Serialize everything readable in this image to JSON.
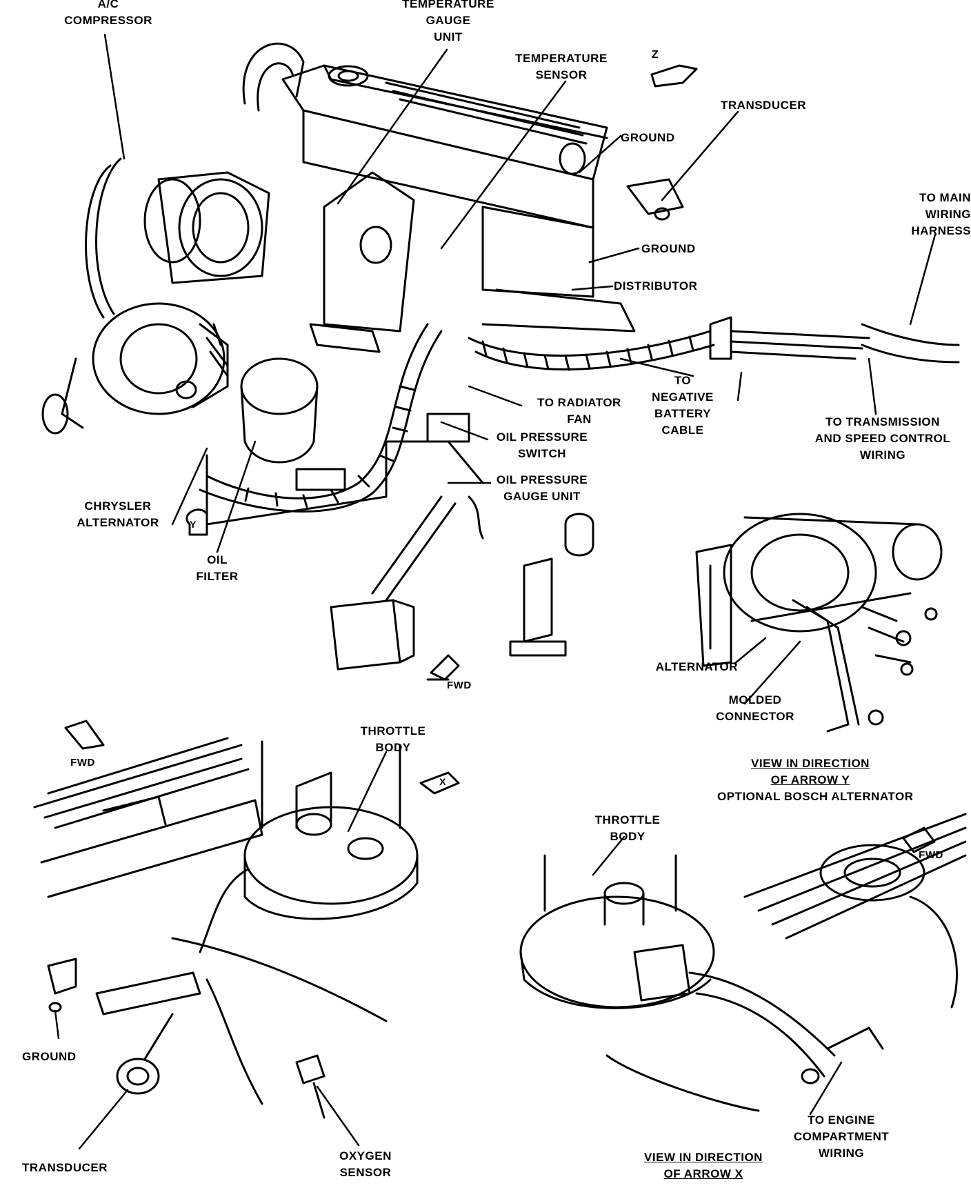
{
  "main_view": {
    "labels": {
      "ac_compressor": [
        "A/C",
        "COMPRESSOR"
      ],
      "temp_gauge_unit": [
        "TEMPERATURE",
        "GAUGE",
        "UNIT"
      ],
      "temp_sensor": [
        "TEMPERATURE",
        "SENSOR"
      ],
      "transducer": "TRANSDUCER",
      "ground_1": "GROUND",
      "ground_2": "GROUND",
      "distributor": "DISTRIBUTOR",
      "to_main_wiring_harness": [
        "TO MAIN",
        "WIRING",
        "HARNESS"
      ],
      "to_negative_battery_cable": [
        "TO",
        "NEGATIVE",
        "BATTERY",
        "CABLE"
      ],
      "to_radiator_fan": [
        "TO RADIATOR",
        "FAN"
      ],
      "oil_pressure_switch": [
        "OIL PRESSURE",
        "SWITCH"
      ],
      "oil_pressure_gauge_unit": [
        "OIL PRESSURE",
        "GAUGE UNIT"
      ],
      "to_transmission": [
        "TO TRANSMISSION",
        "AND SPEED CONTROL",
        "WIRING"
      ],
      "chrysler_alternator": [
        "CHRYSLER",
        "ALTERNATOR"
      ],
      "oil_filter": [
        "OIL",
        "FILTER"
      ],
      "fwd": "FWD",
      "arrow_z": "Z",
      "arrow_y": "Y"
    }
  },
  "view_y": {
    "labels": {
      "alternator": "ALTERNATOR",
      "molded_connector": [
        "MOLDED",
        "CONNECTOR"
      ],
      "caption": [
        "VIEW IN DIRECTION",
        "OF ARROW Y"
      ],
      "subcaption": "OPTIONAL BOSCH ALTERNATOR"
    }
  },
  "view_throttle_left": {
    "labels": {
      "fwd": "FWD",
      "throttle_body": [
        "THROTTLE",
        "BODY"
      ],
      "arrow_x": "X",
      "ground": "GROUND",
      "transducer": "TRANSDUCER",
      "oxygen_sensor": [
        "OXYGEN",
        "SENSOR"
      ]
    }
  },
  "view_x": {
    "labels": {
      "throttle_body": [
        "THROTTLE",
        "BODY"
      ],
      "fwd": "FWD",
      "to_engine_compartment_wiring": [
        "TO ENGINE",
        "COMPARTMENT",
        "WIRING"
      ],
      "caption": [
        "VIEW IN DIRECTION",
        "OF ARROW X"
      ]
    }
  }
}
